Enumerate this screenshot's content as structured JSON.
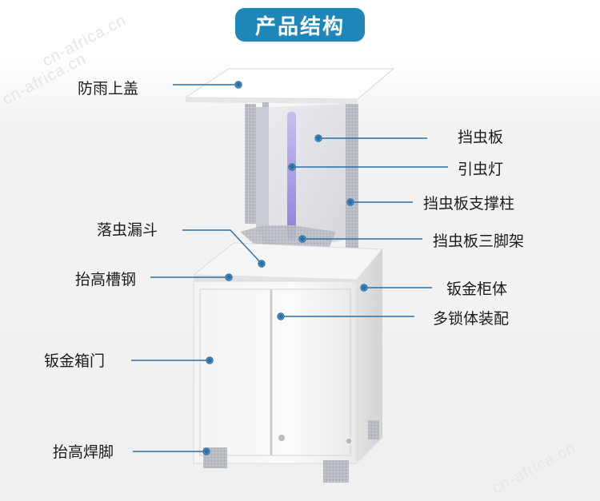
{
  "title": "产品结构",
  "watermarks": [
    "cn-africa.cn",
    "cn-africa.cn",
    "cn-africa.cn"
  ],
  "labels": {
    "rain_cover": "防雨上盖",
    "baffle": "挡虫板",
    "lure_lamp": "引虫灯",
    "baffle_pillar": "挡虫板支撑柱",
    "funnel": "落虫漏斗",
    "baffle_tripod": "挡虫板三脚架",
    "raised_channel": "抬高槽钢",
    "cabinet_body": "钣金柜体",
    "multi_lock": "多锁体装配",
    "cabinet_door": "钣金箱门",
    "raised_foot": "抬高焊脚"
  },
  "colors": {
    "accent": "#1f86b8",
    "leader_line": "#2a6fa8",
    "lamp": "#9b8fe0"
  }
}
